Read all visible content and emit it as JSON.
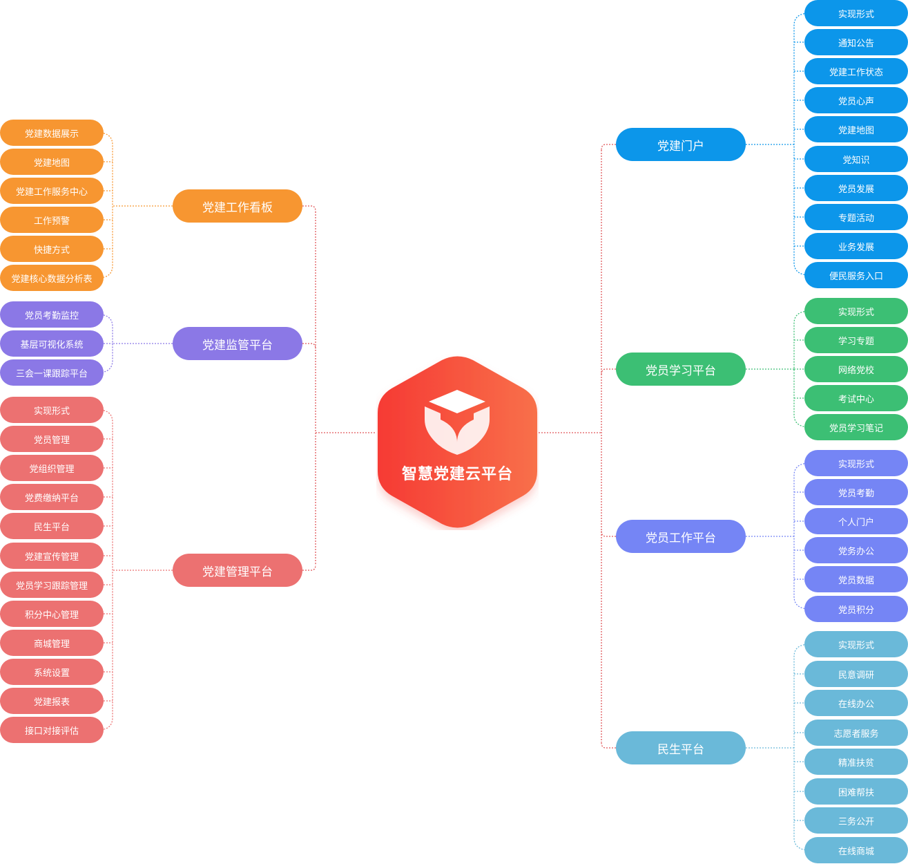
{
  "center": {
    "title": "智慧党建云平台",
    "icon": "cube-icon"
  },
  "branches": [
    {
      "id": "kanban",
      "side": "left",
      "label": "党建工作看板",
      "color": "#f79631",
      "items": [
        "党建数据展示",
        "党建地图",
        "党建工作服务中心",
        "工作预警",
        "快捷方式",
        "党建核心数据分析表"
      ]
    },
    {
      "id": "jianguan",
      "side": "left",
      "label": "党建监管平台",
      "color": "#8b78e6",
      "items": [
        "党员考勤监控",
        "基层可视化系统",
        "三会一课跟踪平台"
      ]
    },
    {
      "id": "guanli",
      "side": "left",
      "label": "党建管理平台",
      "color": "#ec7171",
      "items": [
        "实现形式",
        "党员管理",
        "党组织管理",
        "党费缴纳平台",
        "民生平台",
        "党建宣传管理",
        "党员学习跟踪管理",
        "积分中心管理",
        "商城管理",
        "系统设置",
        "党建报表",
        "接口对接评估"
      ]
    },
    {
      "id": "menhu",
      "side": "right",
      "label": "党建门户",
      "color": "#0c96ea",
      "items": [
        "实现形式",
        "通知公告",
        "党建工作状态",
        "党员心声",
        "党建地图",
        "党知识",
        "党员发展",
        "专题活动",
        "业务发展",
        "便民服务入口"
      ]
    },
    {
      "id": "xuexi",
      "side": "right",
      "label": "党员学习平台",
      "color": "#3cbf74",
      "items": [
        "实现形式",
        "学习专题",
        "网络党校",
        "考试中心",
        "党员学习笔记"
      ]
    },
    {
      "id": "gongzuo",
      "side": "right",
      "label": "党员工作平台",
      "color": "#7585f5",
      "items": [
        "实现形式",
        "党员考勤",
        "个人门户",
        "党务办公",
        "党员数据",
        "党员积分"
      ]
    },
    {
      "id": "minsheng",
      "side": "right",
      "label": "民生平台",
      "color": "#6ab9d9",
      "items": [
        "实现形式",
        "民意调研",
        "在线办公",
        "志愿者服务",
        "精准扶贫",
        "困难帮扶",
        "三务公开",
        "在线商城"
      ]
    }
  ]
}
